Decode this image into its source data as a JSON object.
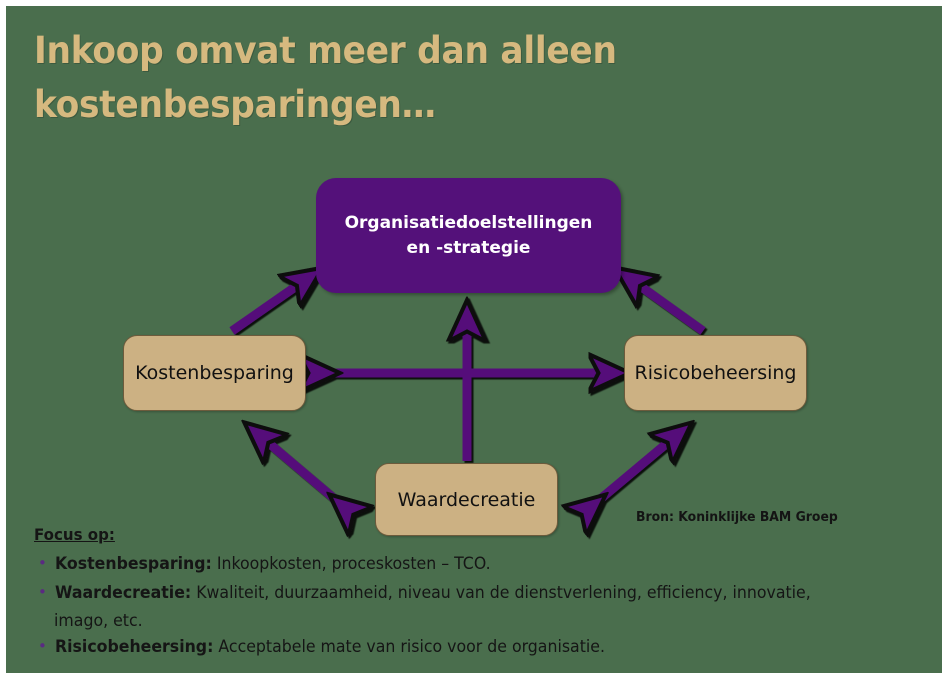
{
  "slide": {
    "title": "Inkoop omvat meer dan alleen kostenbesparingen…",
    "background_color": "#4a6e4d",
    "title_color": "#d6b97f",
    "accent_purple": "#54117a",
    "box_tan": "#ccb183"
  },
  "diagram": {
    "goals_box": {
      "line1": "Organisatiedoelstellingen",
      "line2": "en -strategie"
    },
    "cost_box": "Kostenbesparing",
    "risk_box": "Risicobeheersing",
    "value_box": "Waardecreatie",
    "source_note": "Bron: Koninklijke BAM Groep"
  },
  "focus": {
    "heading": "Focus op:",
    "items": [
      {
        "lead": "Kostenbesparing:",
        "rest": " Inkoopkosten,  proceskosten – TCO.",
        "continuation": ""
      },
      {
        "lead": "Waardecreatie:",
        "rest": " Kwaliteit, duurzaamheid, niveau van de dienstverlening, efficiency, innovatie,",
        "continuation": "imago, etc."
      },
      {
        "lead": "Risicobeheersing:",
        "rest": " Acceptabele mate van risico voor de organisatie.",
        "continuation": ""
      }
    ],
    "bullet_glyph": "•",
    "bullet_color": "#5a2a82"
  }
}
